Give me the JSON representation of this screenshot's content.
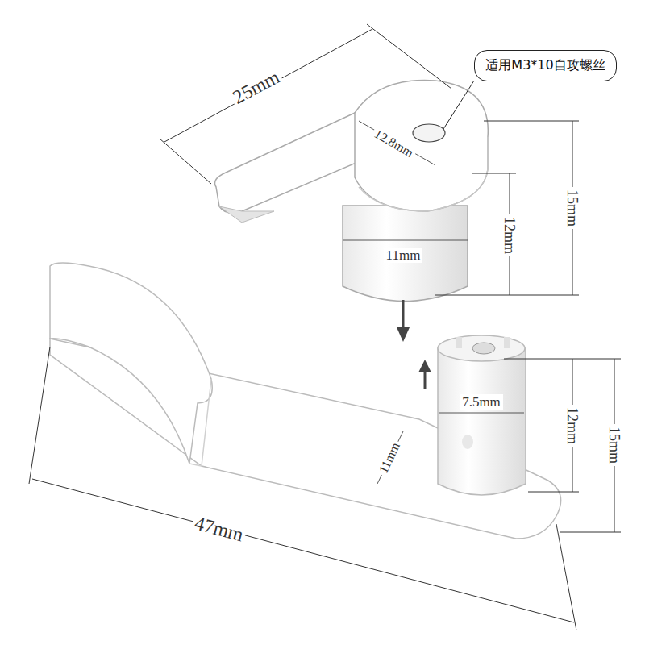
{
  "diagram": {
    "nodes": [
      {
        "text": [
          "适用M3*10自攻螺丝"
        ]
      }
    ],
    "labels": [
      "25mm",
      "12.8mm",
      "15mm",
      "12mm",
      "11mm",
      "7.5mm",
      "12mm",
      "15mm",
      "11mm",
      "47mm"
    ]
  }
}
